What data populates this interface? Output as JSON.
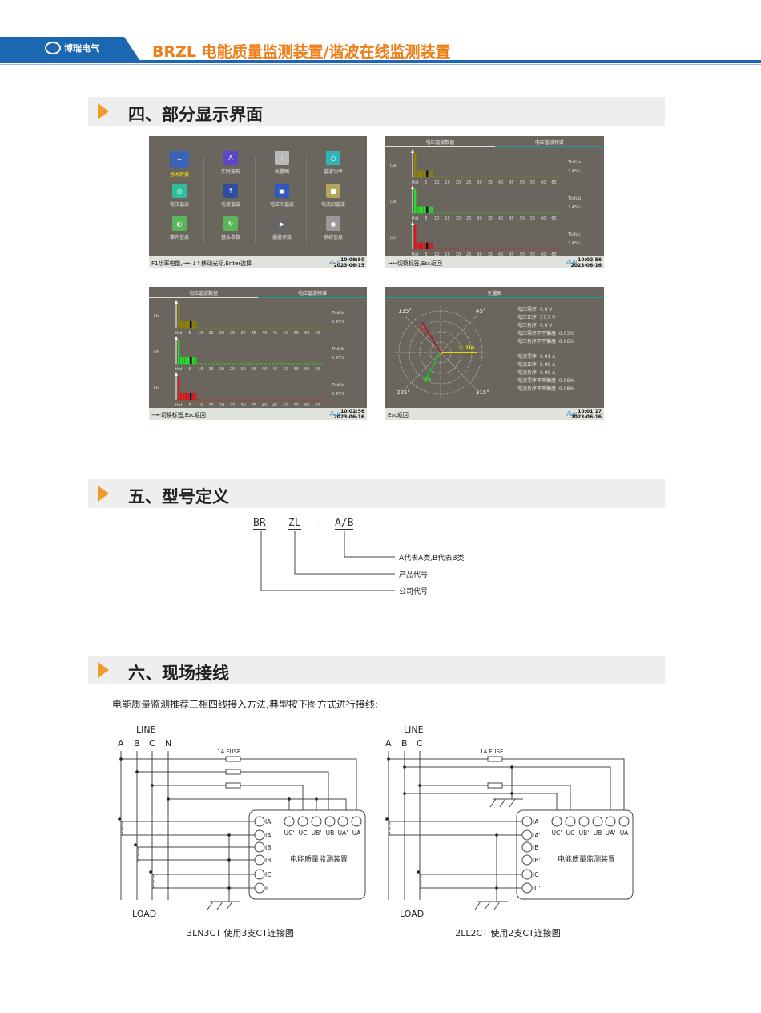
{
  "header": {
    "brand": "博瑞电气",
    "title": "BRZL 电能质量监测装置/谐波在线监测装置"
  },
  "sections": {
    "s4": "四、部分显示界面",
    "s5": "五、型号定义",
    "s6": "六、现场接线"
  },
  "screen_menu": {
    "items": [
      {
        "label": "基本数据",
        "color": "#3d63b8",
        "glyph": "~",
        "active": true
      },
      {
        "label": "实时波形",
        "color": "#5b45c9",
        "glyph": "Λ"
      },
      {
        "label": "矢量图",
        "color": "#b9b9b9",
        "glyph": "⋮"
      },
      {
        "label": "谐波功率",
        "color": "#33b3b8",
        "glyph": "○"
      },
      {
        "label": "电压谐波",
        "color": "#2dbf9d",
        "glyph": "◎"
      },
      {
        "label": "电流谐波",
        "color": "#2f4f9e",
        "glyph": "↑"
      },
      {
        "label": "电压间谐波",
        "color": "#3158c0",
        "glyph": "▣"
      },
      {
        "label": "电流间谐波",
        "color": "#b3a55c",
        "glyph": "■"
      },
      {
        "label": "事件信息",
        "color": "#5bb55b",
        "glyph": "◐"
      },
      {
        "label": "基本参数",
        "color": "#5bb55b",
        "glyph": "↻"
      },
      {
        "label": "通道参数",
        "color": "#666666",
        "glyph": "▶"
      },
      {
        "label": "系统信息",
        "color": "#9a9a9a",
        "glyph": "◉"
      }
    ],
    "status": "F1功率电能,→←↓↑移动光标,Enter选择",
    "time": "10:09:50",
    "date": "2023-06-15"
  },
  "screen_harm1": {
    "tabs": [
      "电压谐波数据",
      "电压谐波频谱"
    ],
    "active_tab": 0,
    "status": "→←切换标签,Esc返回",
    "time": "10:02:56",
    "date": "2023-06-16"
  },
  "screen_harm2": {
    "tabs": [
      "电压谐波数据",
      "电压谐波频谱"
    ],
    "active_tab": 0,
    "status": "→←切换标签,Esc返回",
    "time": "10:02:56",
    "date": "2023-06-16"
  },
  "harmonics": {
    "ticks": [
      "thd",
      "5",
      "10",
      "15",
      "20",
      "25",
      "30",
      "35",
      "40",
      "45",
      "50",
      "55",
      "60",
      "65"
    ],
    "rows": [
      {
        "name": "Ua",
        "thd_label": "ThdUa",
        "thd": "2.45%",
        "color": "#8c8200",
        "values": [
          100,
          28,
          28,
          28,
          28,
          28,
          28,
          28
        ]
      },
      {
        "name": "Ub",
        "thd_label": "ThdUb",
        "thd": "2.45%",
        "color": "#1fe01f",
        "values": [
          100,
          28,
          28,
          28,
          28,
          28,
          28,
          28
        ]
      },
      {
        "name": "Uc",
        "thd_label": "ThdUc",
        "thd": "2.45%",
        "color": "#e01515",
        "values": [
          100,
          28,
          28,
          28,
          28,
          28,
          28,
          28
        ]
      }
    ]
  },
  "screen_vector": {
    "title": "矢量图",
    "angles": [
      "135°",
      "45°",
      "225°",
      "315°"
    ],
    "phasor_labels": [
      "Uc",
      "Ic",
      "Ia",
      "Ua",
      "Ib",
      "Ub"
    ],
    "voltage": [
      [
        "电压零序",
        "0.0 V"
      ],
      [
        "电压正序",
        "57.7 V"
      ],
      [
        "电压负序",
        "0.0 V"
      ],
      [
        "电压零序不平衡度",
        "0.03%"
      ],
      [
        "电压负序不平衡度",
        "0.06%"
      ]
    ],
    "current": [
      [
        "电流零序",
        "0.01 A"
      ],
      [
        "电流正序",
        "5.00 A"
      ],
      [
        "电流负序",
        "0.00 A"
      ],
      [
        "电流零序不平衡度",
        "0.09%"
      ],
      [
        "电流负序不平衡度",
        "0.08%"
      ]
    ],
    "status": "Esc返回",
    "time": "10:01:17",
    "date": "2023-06-16"
  },
  "model": {
    "parts": [
      "BR",
      "ZL",
      "-",
      "A/B"
    ],
    "desc": [
      "A代表A类,B代表B类",
      "产品代号",
      "公司代号"
    ]
  },
  "wiring": {
    "intro": "电能质量监测推荐三相四线接入方法,典型按下图方式进行接线:",
    "line": "LINE",
    "load": "LOAD",
    "fuse": "1A FUSE",
    "device": "电能质量监测装置",
    "phases": [
      "A",
      "B",
      "C",
      "N"
    ],
    "inputs_i": [
      "IA",
      "IA'",
      "IB",
      "IB'",
      "IC",
      "IC'"
    ],
    "inputs_u": [
      "UC'",
      "UC",
      "UB'",
      "UB",
      "UA'",
      "UA"
    ],
    "caption_left": "3LN3CT  使用3支CT连接图",
    "caption_right": "2LL2CT  使用2支CT连接图"
  }
}
